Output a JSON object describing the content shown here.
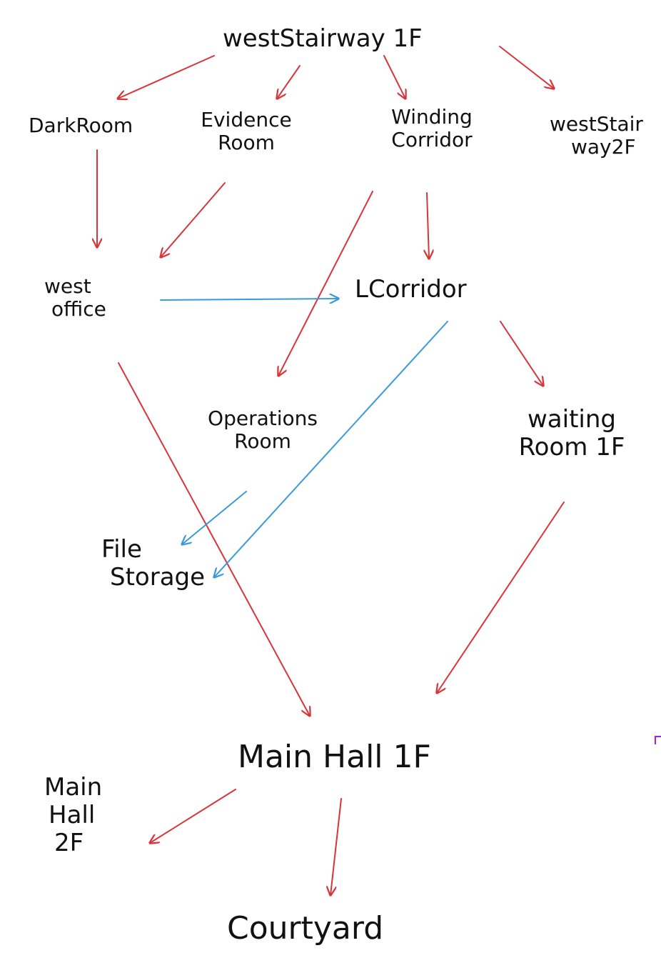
{
  "diagram": {
    "colors": {
      "red_edge": "#d9343a",
      "blue_edge": "#3a9ad9",
      "stray_mark": "#a020f0"
    },
    "nodes": {
      "west_stairway_1f": {
        "label": "westStairway 1F"
      },
      "dark_room": {
        "label": "DarkRoom"
      },
      "evidence_room": {
        "line1": "Evidence",
        "line2": "Room"
      },
      "winding_corridor": {
        "line1": "Winding",
        "line2": "Corridor"
      },
      "west_stairway_2f": {
        "line1": "westStair",
        "line2": "way2F"
      },
      "west_office": {
        "line1": "west",
        "line2": "office"
      },
      "l_corridor": {
        "label": "LCorridor"
      },
      "operations_room": {
        "line1": "Operations",
        "line2": "Room"
      },
      "waiting_room_1f": {
        "line1": "waiting",
        "line2": "Room 1F"
      },
      "file_storage": {
        "line1": "File",
        "line2": "Storage"
      },
      "main_hall_1f": {
        "label": "Main Hall 1F"
      },
      "main_hall_2f": {
        "line1": "Main",
        "line2": "Hall",
        "line3": "2F"
      },
      "courtyard": {
        "label": "Courtyard"
      }
    },
    "edges": [
      {
        "from": "west_stairway_1f",
        "to": "dark_room",
        "color": "red"
      },
      {
        "from": "west_stairway_1f",
        "to": "evidence_room",
        "color": "red"
      },
      {
        "from": "west_stairway_1f",
        "to": "winding_corridor",
        "color": "red"
      },
      {
        "from": "west_stairway_1f",
        "to": "west_stairway_2f",
        "color": "red"
      },
      {
        "from": "dark_room",
        "to": "west_office",
        "color": "red"
      },
      {
        "from": "evidence_room",
        "to": "west_office",
        "color": "red"
      },
      {
        "from": "winding_corridor",
        "to": "operations_room",
        "color": "red"
      },
      {
        "from": "winding_corridor",
        "to": "l_corridor",
        "color": "red"
      },
      {
        "from": "west_office",
        "to": "l_corridor",
        "color": "blue"
      },
      {
        "from": "west_office",
        "to": "main_hall_1f",
        "color": "red"
      },
      {
        "from": "l_corridor",
        "to": "file_storage",
        "color": "blue"
      },
      {
        "from": "l_corridor",
        "to": "waiting_room_1f",
        "color": "red"
      },
      {
        "from": "operations_room",
        "to": "file_storage",
        "color": "blue"
      },
      {
        "from": "waiting_room_1f",
        "to": "main_hall_1f",
        "color": "red"
      },
      {
        "from": "main_hall_1f",
        "to": "main_hall_2f",
        "color": "red"
      },
      {
        "from": "main_hall_1f",
        "to": "courtyard",
        "color": "red"
      }
    ]
  }
}
